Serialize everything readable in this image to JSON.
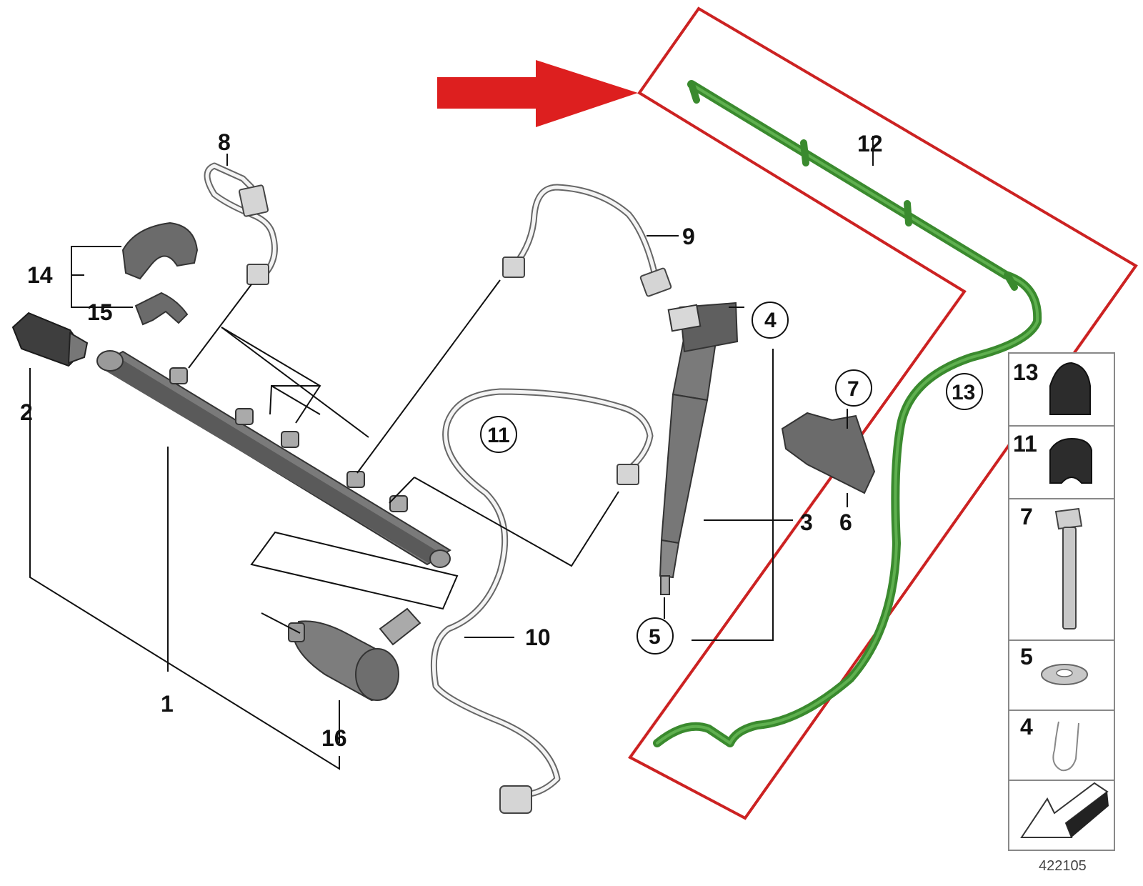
{
  "callouts": {
    "c1": "1",
    "c2": "2",
    "c3": "3",
    "c4": "4",
    "c5": "5",
    "c6": "6",
    "c7": "7",
    "c8": "8",
    "c9": "9",
    "c10": "10",
    "c11": "11",
    "c12": "12",
    "c13": "13",
    "c14": "14",
    "c15": "15",
    "c16": "16"
  },
  "legend": {
    "items": [
      {
        "label": "13",
        "icon": "rubber-cap-icon"
      },
      {
        "label": "11",
        "icon": "grommet-icon"
      },
      {
        "label": "7",
        "icon": "bolt-icon"
      },
      {
        "label": "5",
        "icon": "washer-icon"
      },
      {
        "label": "4",
        "icon": "clip-icon"
      },
      {
        "label": "",
        "icon": "direction-arrow-icon"
      }
    ]
  },
  "reference_number": "422105",
  "colors": {
    "highlight_outline": "#cc2222",
    "highlight_arrow": "#dd1f1f",
    "leak_off_hose": "#3a8a2e",
    "part_grey": "#6b6b6b",
    "line": "#111111"
  }
}
